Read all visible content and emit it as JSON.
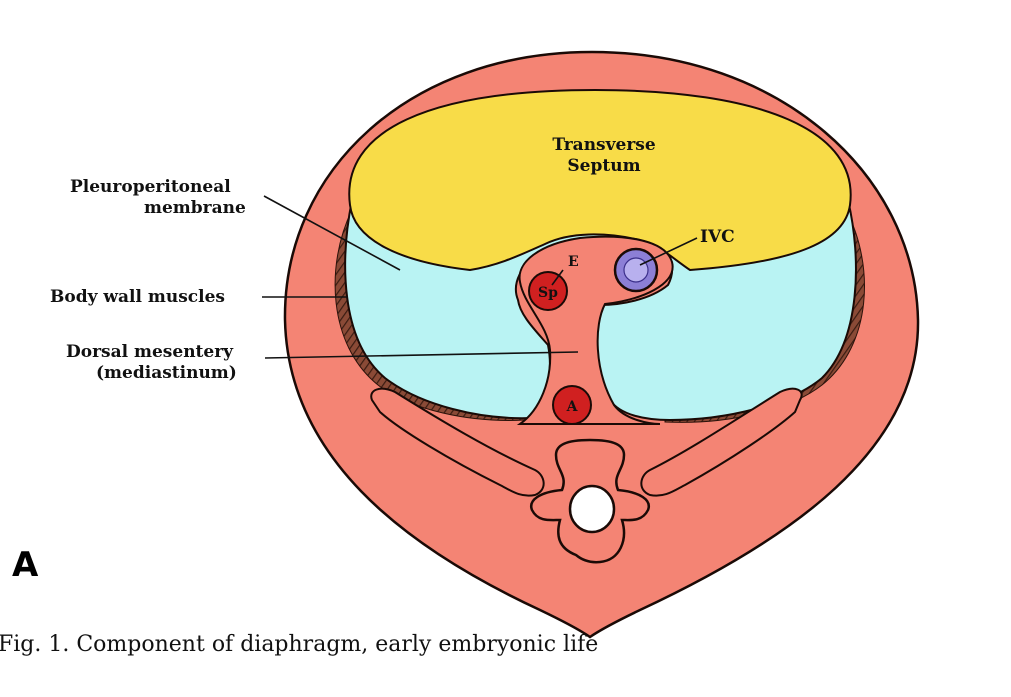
{
  "labels": {
    "transverse_septum_line1": "Transverse",
    "transverse_septum_line2": "Septum",
    "pleuroperitoneal_line1": "Pleuroperitoneal",
    "pleuroperitoneal_line2": "membrane",
    "body_wall_muscles": "Body wall muscles",
    "dorsal_mesentery_line1": "Dorsal mesentery",
    "dorsal_mesentery_line2": "(mediastinum)",
    "ivc": "IVC",
    "esophagus": "E",
    "esophagus_inner": "Sp",
    "aorta": "A"
  },
  "panel_letter": "A",
  "caption": "Fig. 1. Component of diaphragm, early embryonic life",
  "colors": {
    "body_wall": "#f48474",
    "muscle": "#6b3a2c",
    "pleural_cavity": "#b9f3f3",
    "septum": "#f8dc48",
    "vessel_red": "#d02020",
    "ivc_purple": "#8c7fd6",
    "vertebra": "#f48474"
  }
}
